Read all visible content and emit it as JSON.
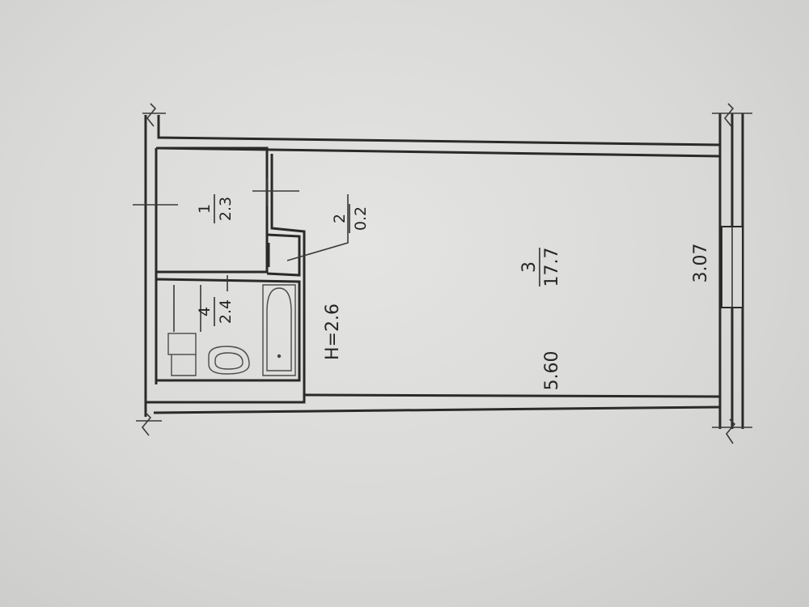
{
  "rooms": [
    {
      "number": "1",
      "area": "2.3"
    },
    {
      "number": "2",
      "area": "0.2"
    },
    {
      "number": "3",
      "area": "17.7"
    },
    {
      "number": "4",
      "area": "2.4"
    }
  ],
  "dimensions": {
    "length": "5.60",
    "width": "3.07",
    "height": "H=2.6"
  }
}
